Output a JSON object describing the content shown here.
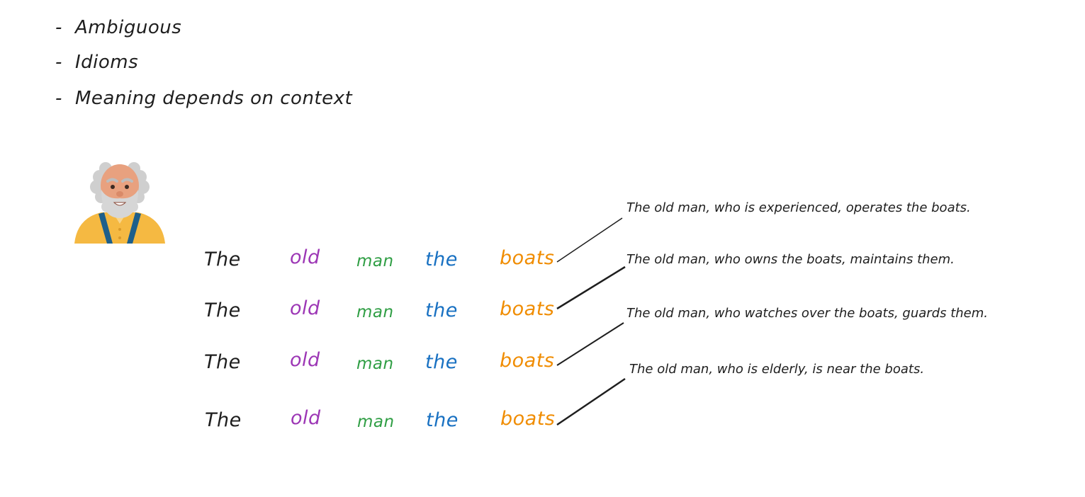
{
  "bullets": [
    {
      "dash": "-",
      "text": "Ambiguous"
    },
    {
      "dash": "-",
      "text": "Idioms"
    },
    {
      "dash": "-",
      "text": "Meaning depends on context"
    }
  ],
  "sentence_rows": [
    {
      "words": [
        "The",
        "old",
        "man",
        "the",
        "boats"
      ]
    },
    {
      "words": [
        "The",
        "old",
        "man",
        "the",
        "boats"
      ]
    },
    {
      "words": [
        "The",
        "old",
        "man",
        "the",
        "boats"
      ]
    },
    {
      "words": [
        "The",
        "old",
        "man",
        "the",
        "boats"
      ]
    }
  ],
  "meanings": [
    "The old man, who is experienced, operates the boats.",
    "The old man, who owns the boats, maintains them.",
    "The old man, who watches over the boats, guards them.",
    "The old man, who is elderly, is near the boats."
  ],
  "colors": {
    "text": "#1e1e1e",
    "old": "#9c36b5",
    "man": "#2f9e44",
    "the": "#1971c2",
    "boats": "#f08c00",
    "shirt": "#f5b942",
    "suspenders": "#1e5f8a",
    "skin": "#e8a17f",
    "hair": "#cfcfcf"
  },
  "icons": {
    "avatar": "old-man-avatar"
  }
}
